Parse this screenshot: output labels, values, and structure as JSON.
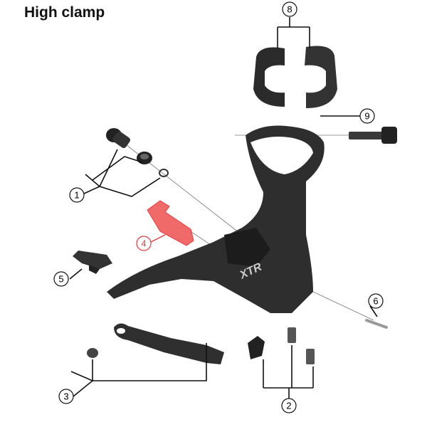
{
  "title": "High clamp",
  "logo_text": "XTR",
  "callouts": [
    {
      "id": "1",
      "label": "1",
      "highlighted": false
    },
    {
      "id": "2",
      "label": "2",
      "highlighted": false
    },
    {
      "id": "3",
      "label": "3",
      "highlighted": false
    },
    {
      "id": "4",
      "label": "4",
      "highlighted": true
    },
    {
      "id": "5",
      "label": "5",
      "highlighted": false
    },
    {
      "id": "6",
      "label": "6",
      "highlighted": false
    },
    {
      "id": "8",
      "label": "8",
      "highlighted": false
    },
    {
      "id": "9",
      "label": "9",
      "highlighted": false
    }
  ],
  "colors": {
    "highlight": "#e8393b",
    "part": "#2b2b2b",
    "highlight_fill": "#f06a6a"
  }
}
